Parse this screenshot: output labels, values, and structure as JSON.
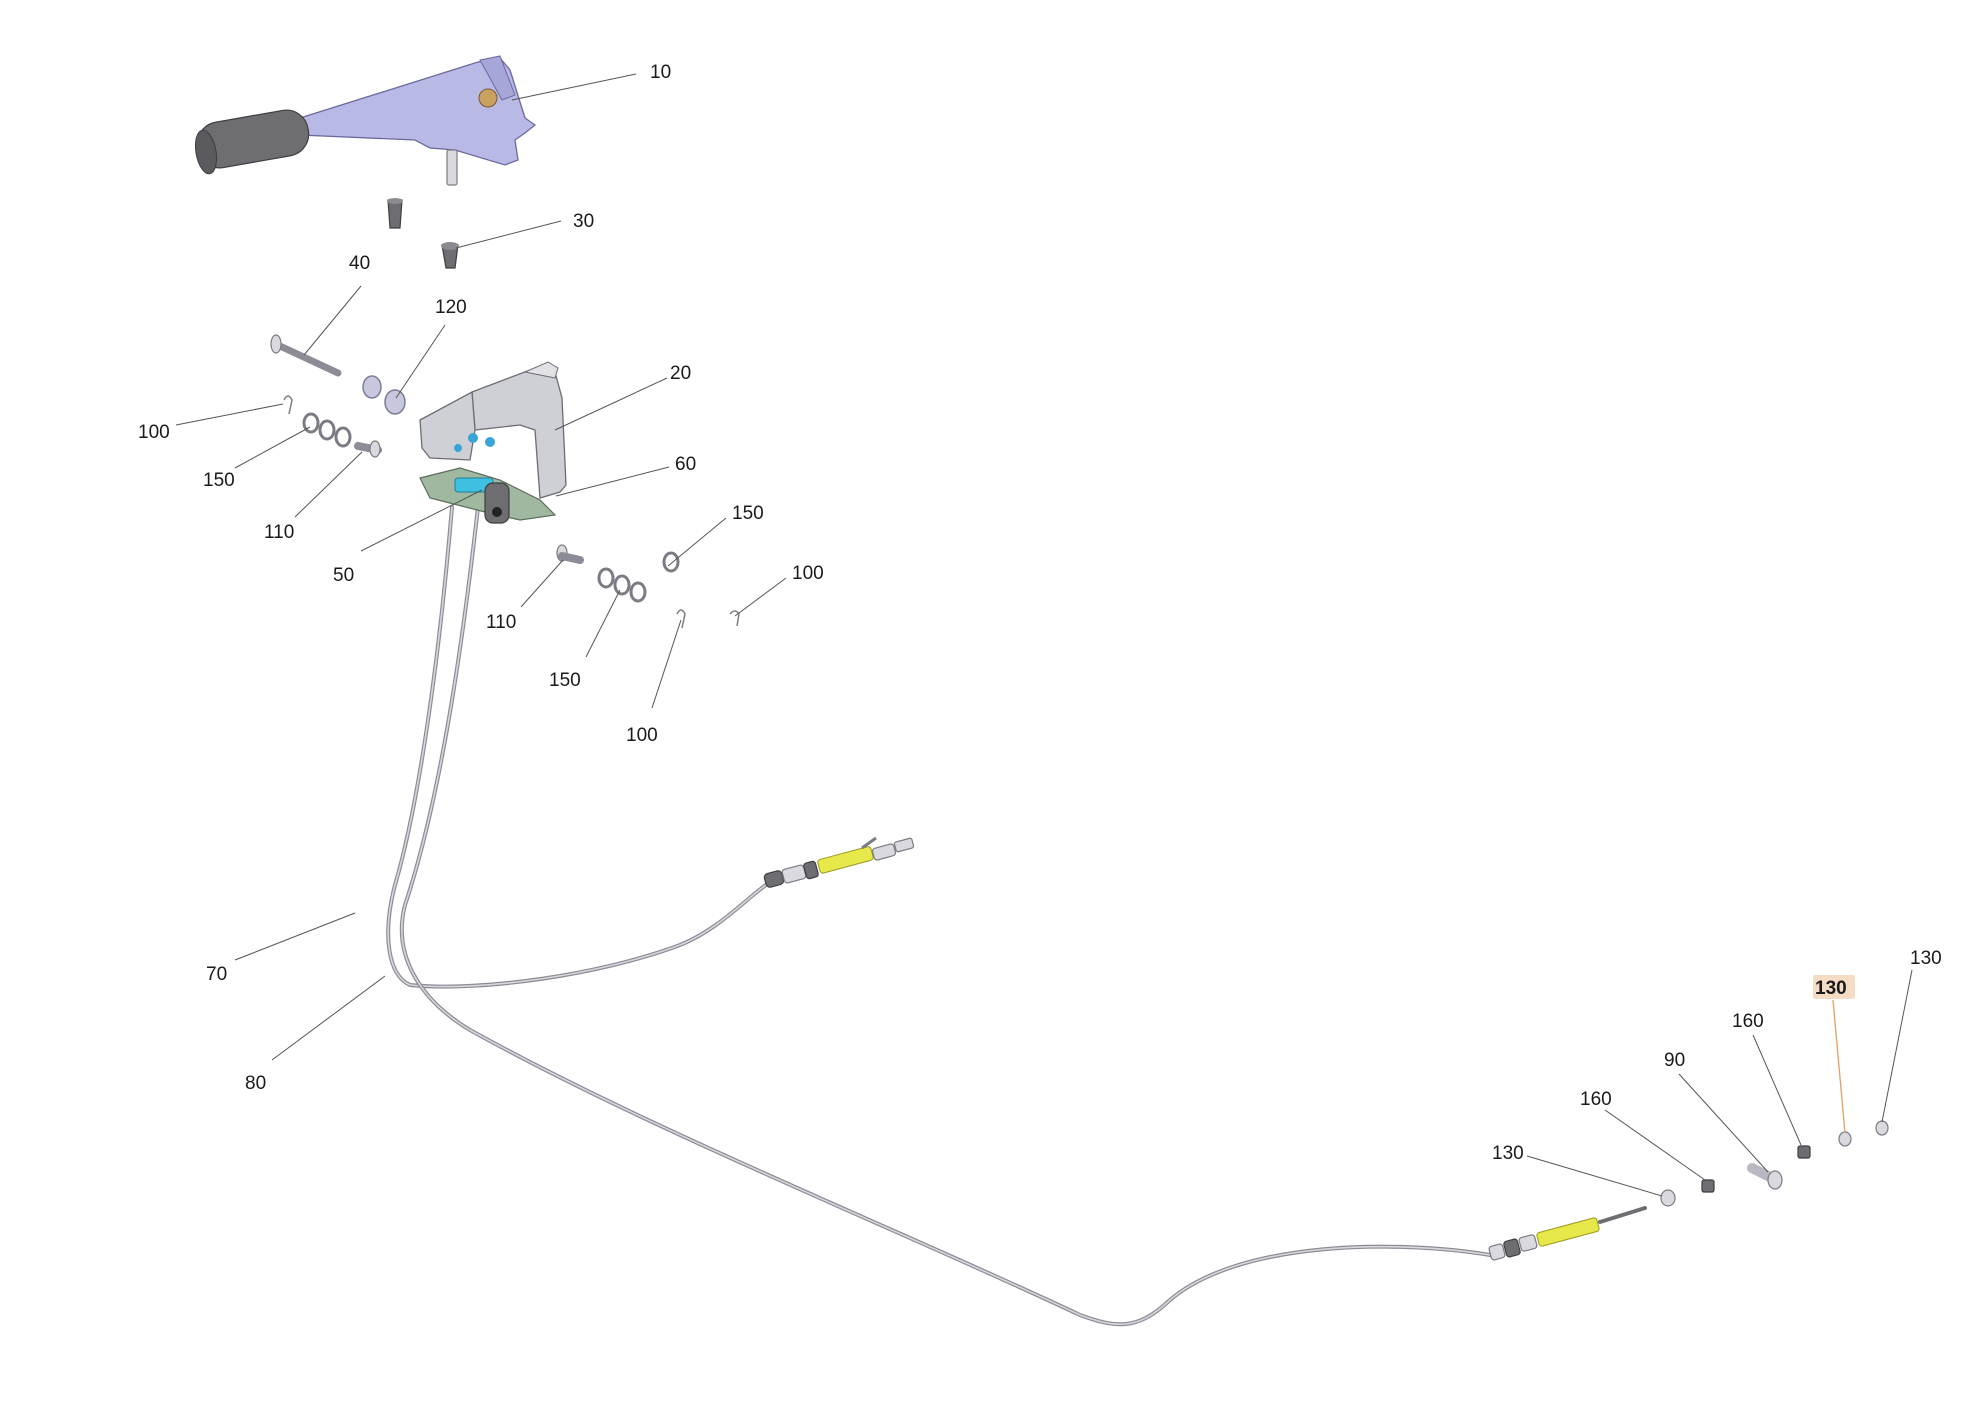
{
  "callouts": [
    {
      "id": "c10",
      "label": "10"
    },
    {
      "id": "c30",
      "label": "30"
    },
    {
      "id": "c40",
      "label": "40"
    },
    {
      "id": "c120",
      "label": "120"
    },
    {
      "id": "c20",
      "label": "20"
    },
    {
      "id": "c100a",
      "label": "100"
    },
    {
      "id": "c150a",
      "label": "150"
    },
    {
      "id": "c110a",
      "label": "110"
    },
    {
      "id": "c60",
      "label": "60"
    },
    {
      "id": "c50",
      "label": "50"
    },
    {
      "id": "c150b",
      "label": "150"
    },
    {
      "id": "c100b",
      "label": "100"
    },
    {
      "id": "c110b",
      "label": "110"
    },
    {
      "id": "c150c",
      "label": "150"
    },
    {
      "id": "c100c",
      "label": "100"
    },
    {
      "id": "c70",
      "label": "70"
    },
    {
      "id": "c80",
      "label": "80"
    },
    {
      "id": "c130a",
      "label": "130",
      "highlighted": true
    },
    {
      "id": "c130b",
      "label": "130"
    },
    {
      "id": "c160a",
      "label": "160"
    },
    {
      "id": "c90",
      "label": "90"
    },
    {
      "id": "c160b",
      "label": "160"
    },
    {
      "id": "c130c",
      "label": "130"
    }
  ],
  "colors": {
    "highlight_label": "#c06010",
    "highlight_background": "#f6dcc4",
    "lever": "#b9b9e6",
    "cable_end": "#e7e84a"
  }
}
